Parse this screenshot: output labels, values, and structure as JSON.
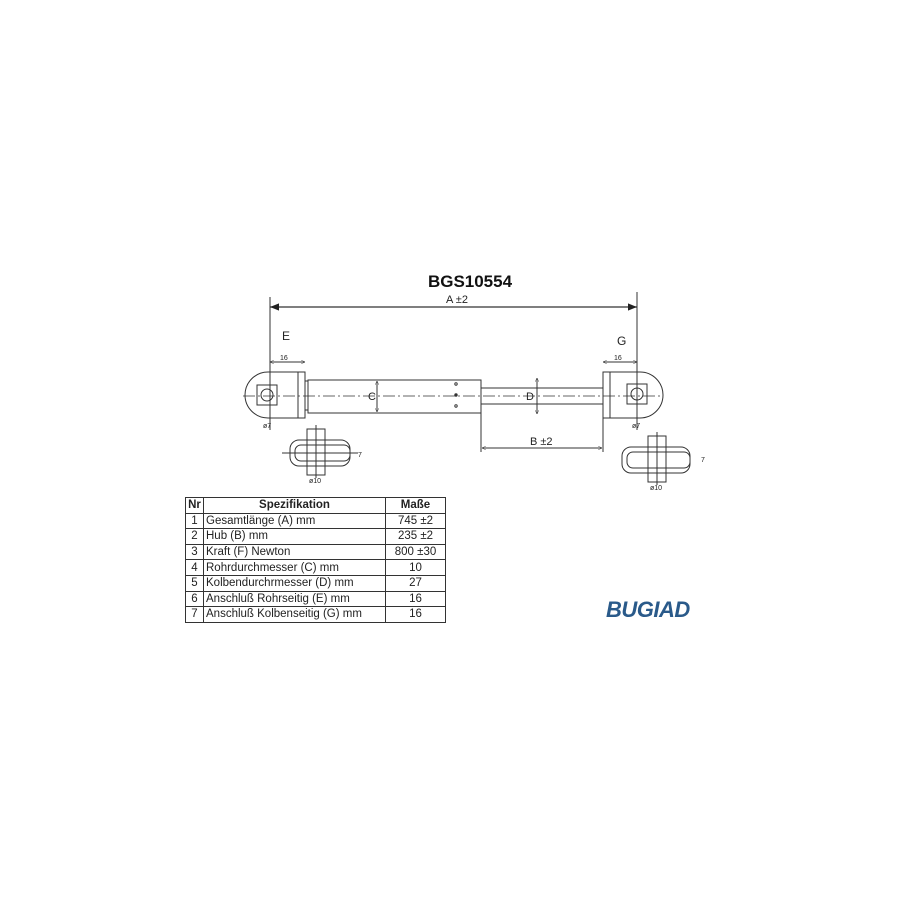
{
  "title": "BGS10554",
  "drawing": {
    "dim_a": "A ±2",
    "dim_b": "B ±2",
    "label_c": "C",
    "label_d": "D",
    "label_e": "E",
    "label_g": "G",
    "eye_width_left": "16",
    "eye_width_right": "16",
    "hole_left": "ø7",
    "hole_right": "ø7",
    "side_width_left": "ø10",
    "side_width_right": "ø10",
    "side_height_left": "7",
    "side_height_right": "7"
  },
  "table": {
    "headers": [
      "Nr",
      "Spezifikation",
      "Maße"
    ],
    "rows": [
      [
        "1",
        "Gesamtlänge (A) mm",
        "745 ±2"
      ],
      [
        "2",
        "Hub (B)  mm",
        "235 ±2"
      ],
      [
        "3",
        "Kraft (F) Newton",
        "800 ±30"
      ],
      [
        "4",
        "Rohrdurchmesser (C) mm",
        "10"
      ],
      [
        "5",
        "Kolbendurchrmesser (D) mm",
        "27"
      ],
      [
        "6",
        "Anschluß Rohrseitig (E) mm",
        "16"
      ],
      [
        "7",
        "Anschluß Kolbenseitig (G) mm",
        "16"
      ]
    ]
  },
  "logo": {
    "text": "BUGIAD",
    "color": "#2a5a8a"
  }
}
